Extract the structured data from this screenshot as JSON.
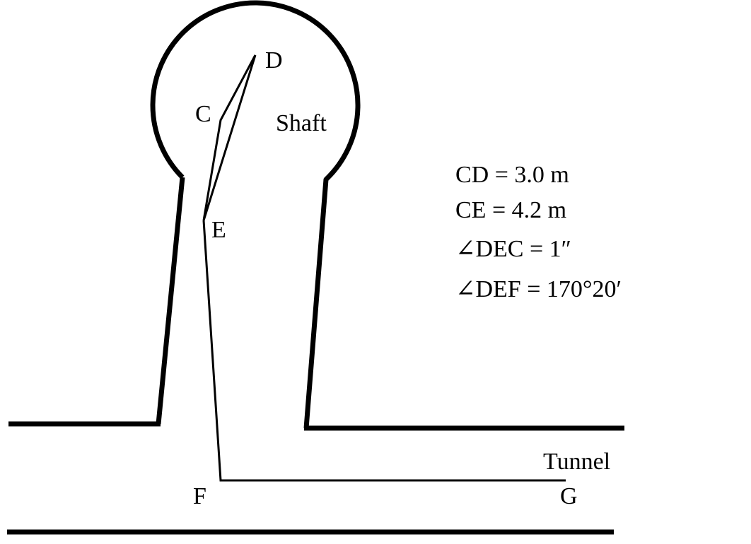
{
  "points": {
    "C": "C",
    "D": "D",
    "E": "E",
    "F": "F",
    "G": "G"
  },
  "areas": {
    "shaft": "Shaft",
    "tunnel": "Tunnel"
  },
  "given": [
    "CD = 3.0 m",
    "CE = 4.2 m",
    "∠DEC = 1″",
    "∠DEF = 170°20′"
  ],
  "colors": {
    "line": "#000000",
    "background": "#ffffff"
  }
}
